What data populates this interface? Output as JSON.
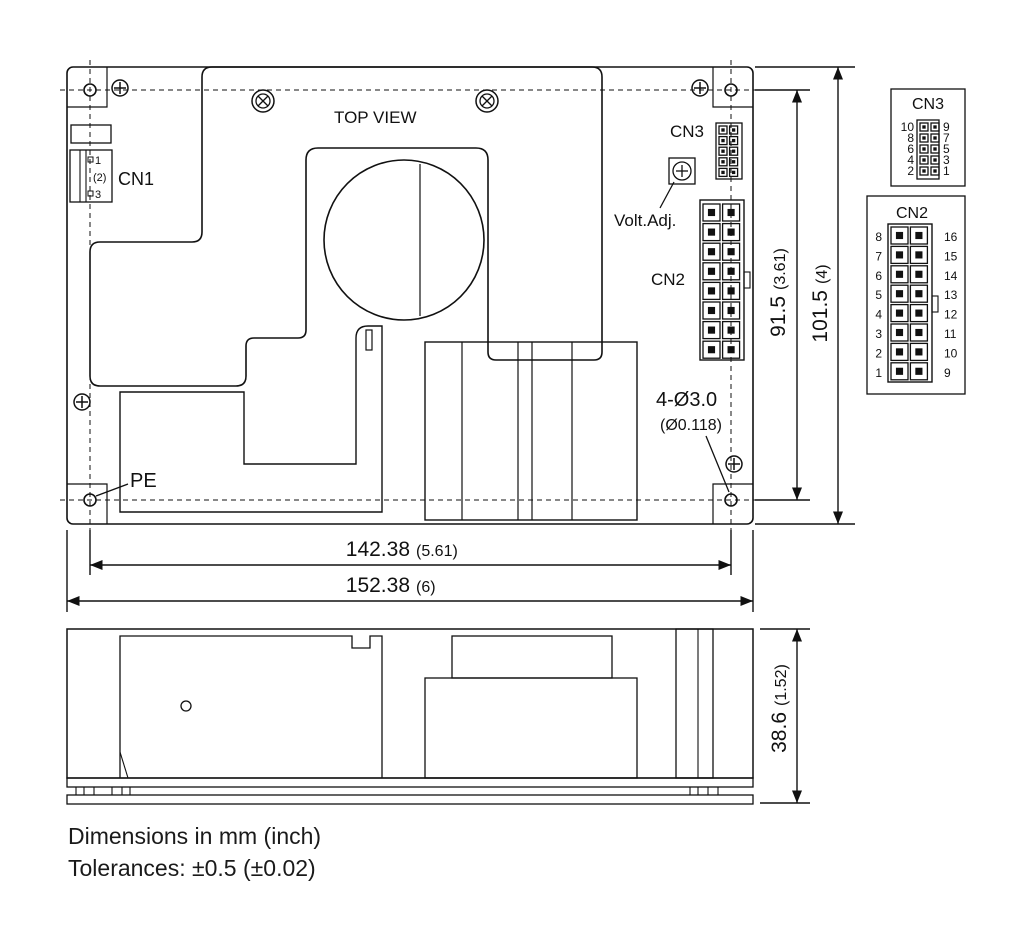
{
  "top_view": {
    "title": "TOP VIEW",
    "cn1": {
      "label": "CN1",
      "pins": [
        "1",
        "(2)",
        "3"
      ]
    },
    "cn3_label": "CN3",
    "cn2_label": "CN2",
    "volt_adj": "Volt.Adj.",
    "pe": "PE",
    "holes": {
      "main": "4-Ø3.0",
      "sub": "(Ø0.118)"
    }
  },
  "dimensions": {
    "w_inner": {
      "mm": "142.38",
      "inch": "(5.61)"
    },
    "w_outer": {
      "mm": "152.38",
      "inch": "(6)"
    },
    "h_inner": {
      "mm": "91.5",
      "inch": "(3.61)"
    },
    "h_outer": {
      "mm": "101.5",
      "inch": "(4)"
    },
    "height": {
      "mm": "38.6",
      "inch": "(1.52)"
    }
  },
  "cn3_detail": {
    "title": "CN3",
    "left_pins": [
      "10",
      "8",
      "6",
      "4",
      "2"
    ],
    "right_pins": [
      "9",
      "7",
      "5",
      "3",
      "1"
    ]
  },
  "cn2_detail": {
    "title": "CN2",
    "left_pins": [
      "8",
      "7",
      "6",
      "5",
      "4",
      "3",
      "2",
      "1"
    ],
    "right_pins": [
      "16",
      "15",
      "14",
      "13",
      "12",
      "11",
      "10",
      "9"
    ]
  },
  "notes": {
    "units": "Dimensions in mm (inch)",
    "tolerance": "Tolerances: ±0.5 (±0.02)"
  }
}
